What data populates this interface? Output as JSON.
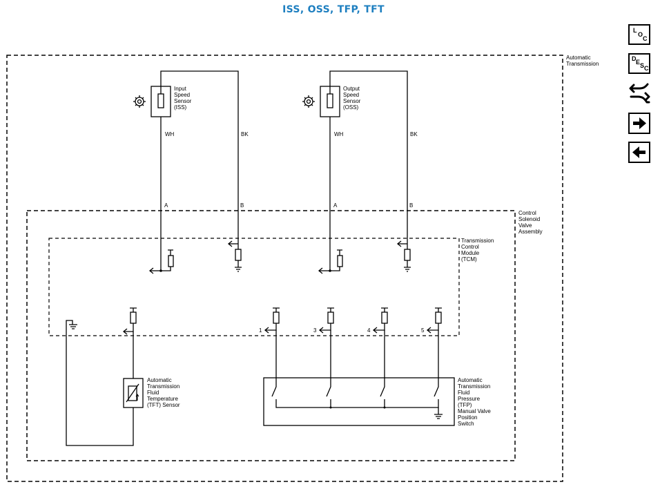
{
  "title": "ISS, OSS, TFP, TFT",
  "boundaries": {
    "automatic_transmission": [
      "Automatic",
      "Transmission"
    ],
    "control_solenoid": [
      "Control",
      "Solenoid",
      "Valve",
      "Assembly"
    ],
    "tcm": [
      "Transmission",
      "Control",
      "Module",
      "(TCM)"
    ]
  },
  "sensors": {
    "iss": [
      "Input",
      "Speed",
      "Sensor",
      "(ISS)"
    ],
    "oss": [
      "Output",
      "Speed",
      "Sensor",
      "(OSS)"
    ],
    "tft": [
      "Automatic",
      "Transmission",
      "Fluid",
      "Temperature",
      "(TFT) Sensor"
    ],
    "tfp": [
      "Automatic",
      "Transmission",
      "Fluid",
      "Pressure",
      "(TFP)",
      "Manual Valve",
      "Position",
      "Switch"
    ]
  },
  "wires": {
    "iss_signal_color": "WH",
    "iss_low_color": "BK",
    "oss_signal_color": "WH",
    "oss_low_color": "BK"
  },
  "connector_pins": {
    "iss_signal": "A",
    "iss_low": "B",
    "oss_signal": "A",
    "oss_low": "B",
    "tfp_1": "1",
    "tfp_3": "3",
    "tfp_4": "4",
    "tfp_5": "5"
  },
  "sidebar": {
    "loc": {
      "l": "L",
      "o": "O",
      "c": "C"
    },
    "desc": {
      "d": "D",
      "e": "E",
      "s": "S",
      "c": "C"
    },
    "icons": [
      "loc-icon",
      "desc-icon",
      "connector-swap-icon",
      "next-arrow-icon",
      "previous-arrow-icon"
    ]
  }
}
